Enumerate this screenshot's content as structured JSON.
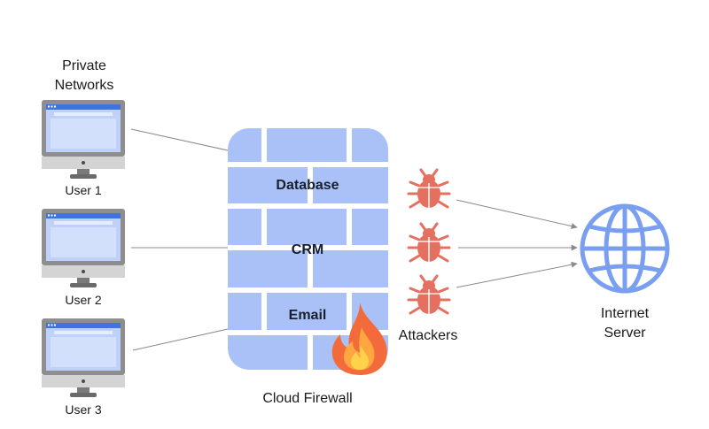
{
  "header": {
    "line1": "Private",
    "line2": "Networks"
  },
  "users": [
    {
      "label": "User 1"
    },
    {
      "label": "User 2"
    },
    {
      "label": "User 3"
    }
  ],
  "firewall": {
    "zones": [
      "Database",
      "CRM",
      "Email"
    ],
    "caption": "Cloud Firewall"
  },
  "attackers": {
    "label": "Attackers",
    "count": 3
  },
  "internet": {
    "line1": "Internet",
    "line2": "Server"
  },
  "colors": {
    "brick": "#a9c1f6",
    "grout": "#ffffff",
    "bug": "#e6705f",
    "globe": "#7b9ff0",
    "monitor_frame": "#8e8e8e",
    "monitor_screen": "#bfd1f8",
    "monitor_topbar": "#3f74e0",
    "flame_outer": "#f36b3b",
    "flame_inner": "#ffd24a",
    "line": "#8a8a8a"
  },
  "icons": {
    "monitor": "desktop-monitor-icon",
    "bug": "bug-icon",
    "globe": "globe-icon",
    "fire": "fire-icon"
  }
}
